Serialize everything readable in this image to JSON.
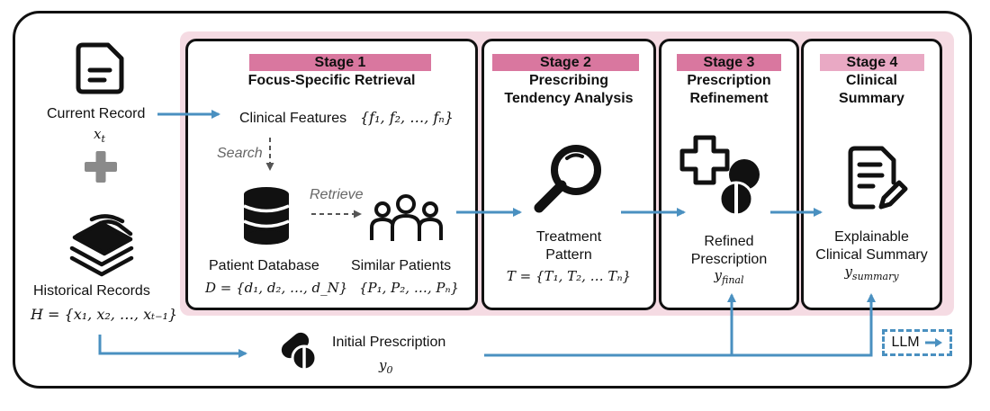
{
  "inputs": {
    "current_record": "Current Record",
    "current_record_var": "x",
    "current_record_sub": "t",
    "plus": "+",
    "historical_records": "Historical Records",
    "historical_records_formula": "H = {x₁, x₂, …, xₜ₋₁}"
  },
  "stage1": {
    "tag": "Stage 1",
    "title": "Focus-Specific Retrieval",
    "clinical_features": "Clinical Features",
    "clinical_features_formula": "{f₁, f₂, …, fₙ}",
    "search": "Search",
    "retrieve": "Retrieve",
    "patient_database": "Patient Database",
    "patient_database_formula": "D = {d₁, d₂, …, d_N}",
    "similar_patients": "Similar Patients",
    "similar_patients_formula": "{P₁, P₂, …, Pₙ}"
  },
  "stage2": {
    "tag": "Stage 2",
    "title_line1": "Prescribing",
    "title_line2": "Tendency Analysis",
    "pattern_line1": "Treatment",
    "pattern_line2": "Pattern",
    "pattern_formula": "T = {T₁, T₂, … Tₙ}"
  },
  "stage3": {
    "tag": "Stage 3",
    "title_line1": "Prescription",
    "title_line2": "Refinement",
    "output_line1": "Refined",
    "output_line2": "Prescription",
    "output_var": "y",
    "output_sub": "final"
  },
  "stage4": {
    "tag": "Stage 4",
    "title_line1": "Clinical",
    "title_line2": "Summary",
    "output_line1": "Explainable",
    "output_line2": "Clinical Summary",
    "output_var": "y",
    "output_sub": "summary"
  },
  "initial": {
    "label": "Initial Prescription",
    "var": "y",
    "sub": "0"
  },
  "legend": {
    "llm": "LLM"
  },
  "colors": {
    "stage_tag": "#d9779f",
    "stage_tag_light": "#e9a9c4",
    "pink_band": "#f5dbe3",
    "arrow_blue": "#4a90c0"
  },
  "icons": [
    "document-icon",
    "plus-icon",
    "stacked-papers-icon",
    "database-icon",
    "people-icon",
    "magnifier-icon",
    "medical-cross-pills-icon",
    "clipboard-pen-icon",
    "pills-icon"
  ]
}
